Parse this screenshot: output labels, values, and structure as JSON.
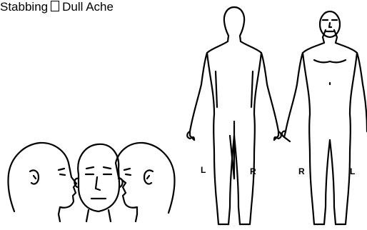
{
  "pain_type": {
    "opt_stabbing": "Stabbing",
    "opt_dull_ache": "Dull Ache"
  },
  "back_view": {
    "left_label": "L",
    "right_label": "R"
  },
  "front_view": {
    "right_label": "R",
    "left_label": "L"
  }
}
